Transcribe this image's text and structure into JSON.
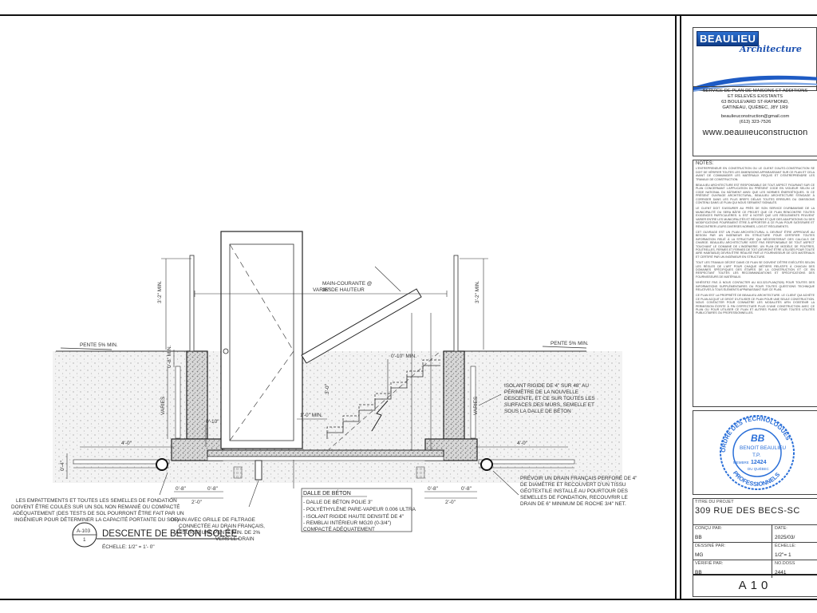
{
  "drawing": {
    "title": "DESCENTE DE BÉTON ISOLÉE",
    "scale": "ÉCHELLE: 1/2\" = 1'- 0\"",
    "ref_top": "A-103",
    "ref_bottom": "1",
    "labels": {
      "main_courante": [
        "MAIN-COURANTE @",
        "36\" DE HAUTEUR"
      ],
      "varies_top": "VARIES",
      "pente_left": "PENTE 5% MIN.",
      "pente_right": "PENTE 5% MIN.",
      "isolant": [
        "ISOLANT RIGIDE DE 4\" SUR 48\" AU",
        "PÉRIMÈTRE DE LA NOUVELLE",
        "DESCENTE, ET CE SUR TOUTES LES",
        "SURFACES DES MURS, SEMELLE ET",
        "SOUS LA DALLE DE BÉTON"
      ],
      "empattements": [
        "LES EMPATTEMENTS ET TOUTES LES SEMELLES DE FONDATION",
        "DOIVENT ÊTRE COULÉS SUR UN SOL NON REMANIÉ OU COMPACTÉ",
        "ADÉQUATEMENT (DES TESTS DE SOL POURRONT ÊTRE FAIT PAR UN",
        "INGÉNIEUR POUR DÉTERMINER LA CAPACITÉ PORTANTE DU SOL)"
      ],
      "drain": [
        "DRAIN AVEC GRILLE DE FILTRAGE",
        "CONNECTÉE AU DRAIN FRANÇAIS,",
        "ASSURER UNE PENTE MIN. DE 2%",
        "VERS LE DRAIN"
      ],
      "dalle_title": "DALLE DE BÉTON",
      "dalle": [
        "- DALLE DE BÉTON POLIE 3\"",
        "- POLYÉTHYLÈNE PARE-VAPEUR 0.006 ULTRA",
        "- ISOLANT RIGIDE HAUTE DENSITÉ DE 4\"",
        "- REMBLAI INTÉRIEUR MG20 (0-3/4\")",
        "COMPACTÉ ADÉQUATEMENT"
      ],
      "drain_francais": [
        "PRÉVOIR UN DRAIN FRANÇAIS PERFORÉ DE 4\"",
        "DE DIAMÈTRE ET RECOUVERT D'UN TISSU",
        "GÉOTEXTILE INSTALLÉ AU POURTOUR DES",
        "SEMELLES DE FONDATION, RECOUVRIR LE",
        "DRAIN DE 6\" MINIMUM DE ROCHE 3/4\" NET."
      ]
    },
    "dims": {
      "d3_2_min": "3'-2\" MIN.",
      "d0_8_min": "0'-8\" MIN.",
      "d0_10_min": "0'-10\" MIN.",
      "d3_0": "3'-0\"",
      "d1_0_min": "1'-0\" MIN.",
      "d0_10": "0'-10\"",
      "varies": "VARIES",
      "d4_0": "4'-0\"",
      "d0_4": "0'-4\"",
      "d0_8": "0'-8\"",
      "d2_0": "2'-0\""
    }
  },
  "titleblock": {
    "logo_main": "BEAULIEU",
    "logo_sub": "Architecture",
    "service": [
      "SERVICE DE PLAN DE MAISONS ET ADDITIONS",
      "ET RELEVÉS EXISTANTS",
      "63 BOULEVARD ST-RAYMOND,",
      "GATINEAU, QUÉBEC, J8Y 1R9",
      "",
      "beaulieuconstruction@gmail.com",
      "(613) 323-7526"
    ],
    "website": "www.beaulieuconstruction",
    "notes_title": "NOTES:",
    "notes": [
      "L'ENTREPRENEUR EN CONSTRUCTION OU LE CLIENT D'AUTO-CONSTRUCTION SE DOIT DE VÉRIFIER TOUTES LES DIMENSIONS APPARAISSANT SUR CE PLAN ET CELA AVANT DE COMMANDER LES MATÉRIAUX REQUIS ET D'ENTREPRENDRE LES TRAVAUX DE CONSTRUCTION.",
      "BEAULIEU ARCHITECTURE EST RESPONSABLE DE TOUT ASPECT FIGURANT SUR CE PLAN CONCERNANT L'APPLICATION DU PRÉSENT CODE EN VIGUEUR SELON LE CODE NATIONAL DU BÂTIMENT AINSI QUE LES NORMES ÉNERGÉTIQUES. SI CE PRÉSENT OUVRAGE ARCHITECTURAL, BEAULIEU ARCHITECTURE S'ENGAGE À CORRIGER DANS LES PLUS BREFS DÉLAIS TOUTES ERREURS OU OMISSIONS CONTENU DANS LE PLAN QUI NOUS SERAIENT SIGNALÉS.",
      "LE CLIENT DOIT S'ASSURER AU PRÈS DE SON SERVICE D'URBANISME DE LA MUNICIPALITÉ OU SERA BÂTIE CE PROJET QUE CE PLAN RENCONTRE TOUTES EXIGENCES PARTICULIÈRES. IL EST À NOTER QUE LES RÈGLEMENTS PEUVENT VARIER ENTRE LES MUNICIPALITÉS ET RÉGIONS ET QUE DES ADAPTATIONS OU DES MODIFICATIONS POURRAIENT ÊTRE À APPORTER À CE PLAN POUR SATISFAIRE ET RENCONTRER LEURS DIVERSES NORMES, LOIS ET RÈGLEMENTS.",
      "CET OUVRAGE EST UN PLAN ARCHITECTURAL IL DEVRAIT ÊTRE APPROUVÉ AU BESOIN PAR UN INGÉNIEUR EN STRUCTURE POUR CERTIFIER TOUTES INFORMATION RELIÉ À LA STRUCTURE QUI NÉCESSITERAIT DES CALCULS DE CHARGE. BEAULIEU ARCHITECTURE N'EST PAS RESPONSABLE DE TOUT ASPECT TOUCHANT LE DOMAINE DE L'INGÉNIERIE. UN PLAN DE MODÈLE DE POUTRES, POUTRELLES, FERMES ET FERMES DE TOIT (DEVRONT ÊTRE UTILISÉS POUR TOUTE AIRE HABITABLE) DEVRA ÊTRE RÉALISÉ PAR LE FOURNISSEUR DE CES MATÉRIAUX ET CERTIFIÉ PAR UN INGÉNIEUR EN STRUCTURE.",
      "TOUT LES TRAVAUX DÉCRIT DANS CE PLAN SE DOIVENT D'ÊTRE EXÉCUTÉS SELON LES RÈGLES DE L'ART POUR CHAQUE MÉTIERS RELATIFS À CHACUN DES DOMAINES SPÉCIFIQUES DES ÉTAPES DE LA CONSTRUCTION ET CE EN RESPECTANT TOUTES LES RECOMMANDATIONS ET SPÉCIFICATIONS DES FOURNISSEURS DE MATÉRIAUX.",
      "N'HÉSITEZ PAS À NOUS CONTACTER AU 613.323-PLAN(7526) POUR TOUTES DES INFORMATIONS SUPPLÉMENTAIRES OU POUR TOUTES QUESTIONS TECHNIQUE RELATIVES À TOUS ÉLÉMENTS APPARAISSANT SUR CE PLAN.",
      "CE PLAN EST LA PROPRIÉTÉ DE BEAULIEU ARCHITECTURE. LE CLIENT QUI ACHÈTE CE PLAN ACQUIT LE DROIT D'UTILISER CE PLAN POUR UNE SEULE CONSTRUCTION. NOUS CONTACTER POUR CONNAÎTRE LES MODALITÉS AFIN D'OBTENIR LA PERMISSION ÉCRITE À FIN D'EFFECTUER PLUS D'UNE CONSTRUCTION AVEC CE PLAN OU POUR UTILISER CE PLAN ET AUTRES PLANS POUR TOUTES UTILITÉS PUBLICITAIRES OU PROFESSIONNELLES."
    ],
    "seal": {
      "ring_top": "ORDRE DES TECHNOLOGUES",
      "ring_bottom": "PROFESSIONNELS",
      "initials": "BB",
      "name": "BENOIT BEAULIEU",
      "title": "T.P.",
      "number": "12424",
      "region": "DU QUÉBEC",
      "membre": "MEMBRE"
    },
    "project_label": "TITRE DU PROJET",
    "project_title": "309 RUE DES BECS-SC",
    "concu_par_label": "CONÇU PAR:",
    "concu_par": "BB",
    "date_label": "DATE:",
    "date": "2025/03/",
    "dessine_par_label": "DESSINÉ PAR:",
    "dessine_par": "MG",
    "echelle_label": "ÉCHELLE:",
    "echelle": "1/2\"= 1",
    "verifie_par_label": "VÉRIFIÉ PAR:",
    "verifie_par": "BB",
    "dossier_label": "NO.DOSS",
    "dossier": "2441",
    "sheet_number": "A10"
  }
}
